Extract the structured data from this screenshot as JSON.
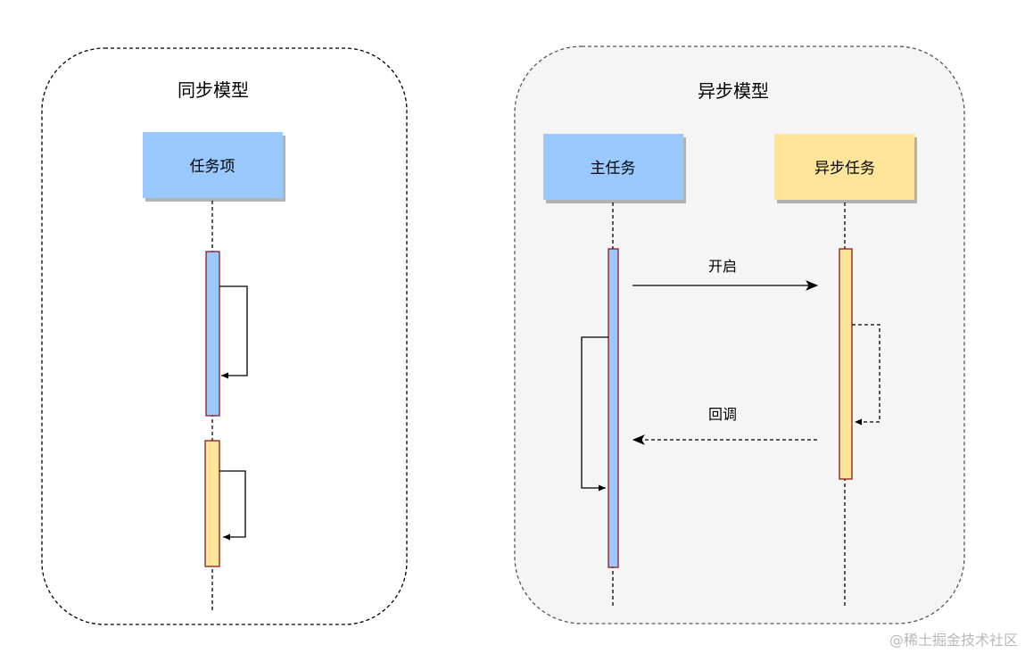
{
  "colors": {
    "blue": "#99c9ff",
    "yellow": "#ffe599",
    "bar_border": "#8b1a1a",
    "async_panel_bg": "#f5f5f5",
    "line": "#000000"
  },
  "sync_model": {
    "title": "同步模型",
    "lifeline": {
      "label": "任务项"
    }
  },
  "async_model": {
    "title": "异步模型",
    "main_lifeline": {
      "label": "主任务"
    },
    "async_lifeline": {
      "label": "异步任务"
    },
    "start_message": {
      "label": "开启"
    },
    "callback_message": {
      "label": "回调"
    }
  },
  "watermark": "@稀土掘金技术社区"
}
